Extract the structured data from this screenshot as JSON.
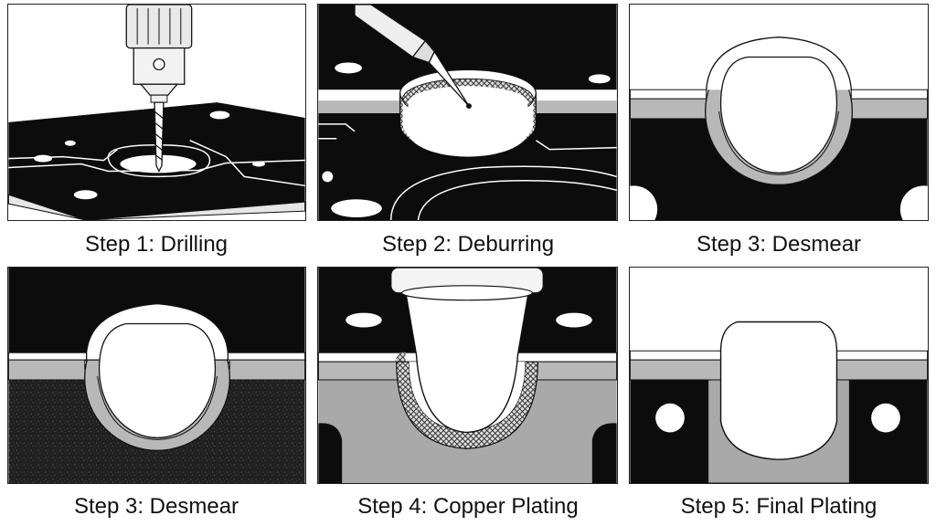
{
  "panels": [
    {
      "caption": "Step 1: Drilling"
    },
    {
      "caption": "Step 2: Deburring"
    },
    {
      "caption": "Step 3: Desmear"
    },
    {
      "caption": "Step 3: Desmear"
    },
    {
      "caption": "Step 4: Copper Plating"
    },
    {
      "caption": "Step 5: Final Plating"
    }
  ],
  "colors": {
    "board": "#0c0c0c",
    "copper_layer": "#b8b8b8",
    "plating": "#a9a9a9",
    "outline": "#111111",
    "background": "#ffffff"
  }
}
